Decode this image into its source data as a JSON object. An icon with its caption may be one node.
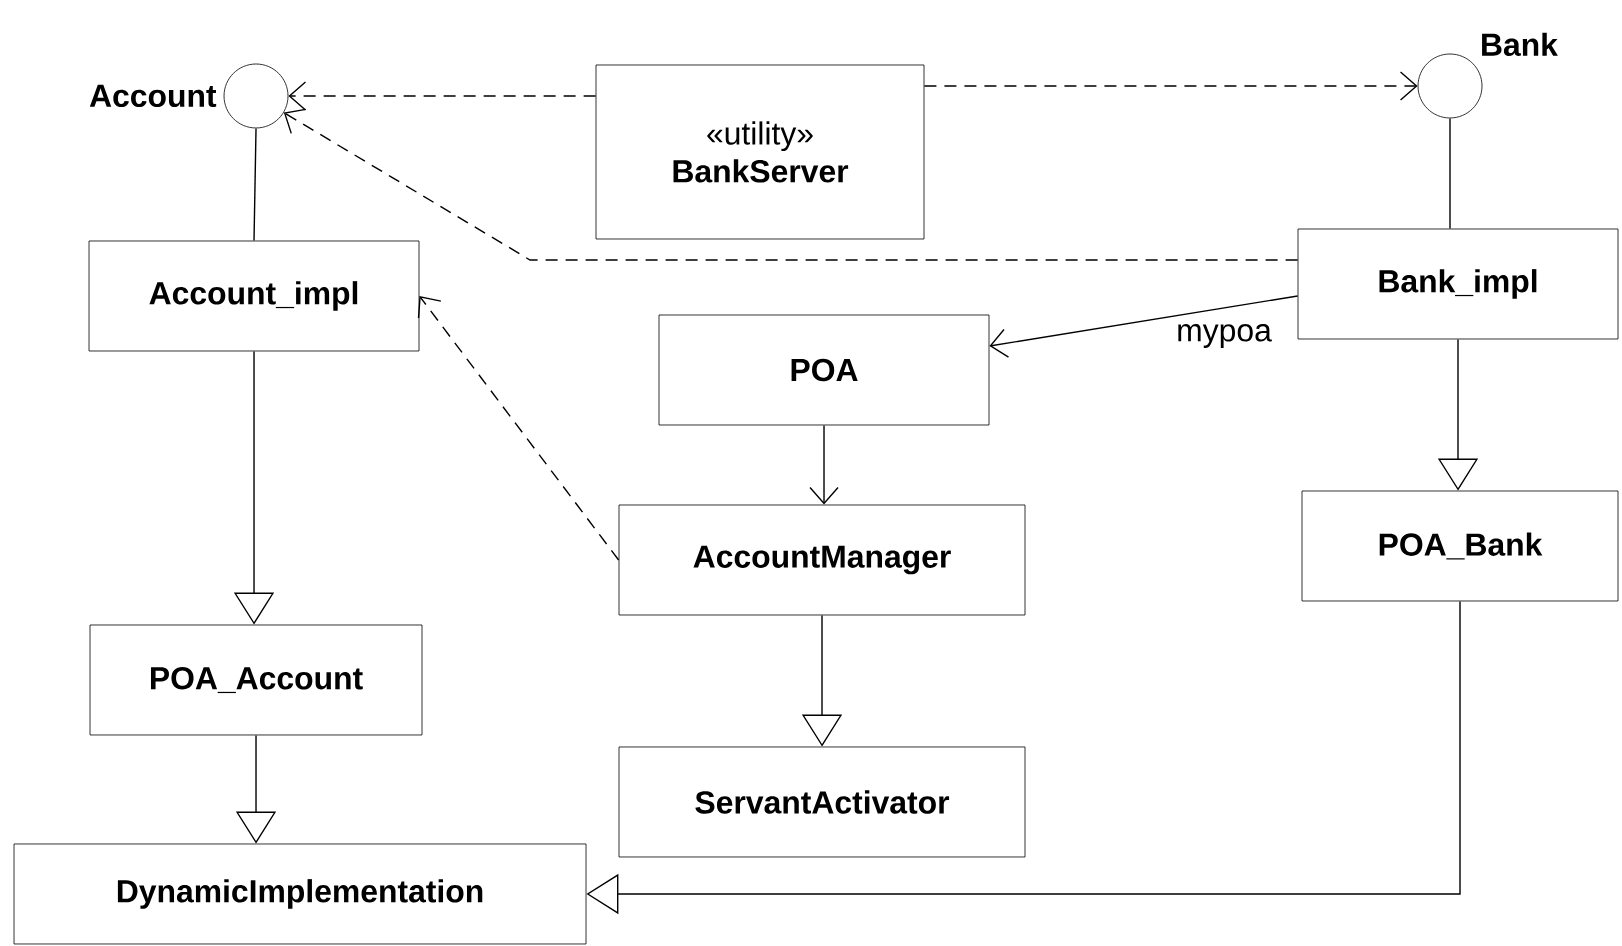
{
  "diagram": {
    "nodes": [
      {
        "text": [
          "Account"
        ]
      },
      {
        "text": [
          "Bank"
        ]
      },
      {
        "text": [
          "«utility»",
          "BankServer"
        ]
      },
      {
        "text": [
          "Account_impl"
        ]
      },
      {
        "text": [
          "Bank_impl"
        ]
      },
      {
        "text": [
          "POA"
        ]
      },
      {
        "text": [
          "AccountManager"
        ]
      },
      {
        "text": [
          "POA_Account"
        ]
      },
      {
        "text": [
          "ServantActivator"
        ]
      },
      {
        "text": [
          "POA_Bank"
        ]
      },
      {
        "text": [
          "DynamicImplementation"
        ]
      }
    ],
    "edges": [
      {
        "from": 2,
        "to": 0,
        "arrow": "to",
        "style": "dashed"
      },
      {
        "from": 2,
        "to": 1,
        "arrow": "to",
        "style": "dashed"
      },
      {
        "from": 4,
        "to": 0,
        "arrow": "to",
        "style": "dashed"
      },
      {
        "from": 6,
        "to": 3,
        "arrow": "to",
        "style": "dashed"
      },
      {
        "from": 3,
        "to": 0,
        "arrow": "none"
      },
      {
        "from": 4,
        "to": 1,
        "arrow": "none"
      },
      {
        "from": 4,
        "to": 5,
        "arrow": "to",
        "label": "mypoa"
      },
      {
        "from": 5,
        "to": 6,
        "arrow": "to"
      },
      {
        "from": 3,
        "to": 7,
        "arrow": "to"
      },
      {
        "from": 7,
        "to": 10,
        "arrow": "to"
      },
      {
        "from": 6,
        "to": 8,
        "arrow": "to"
      },
      {
        "from": 4,
        "to": 9,
        "arrow": "to"
      },
      {
        "from": 9,
        "to": 10,
        "arrow": "to"
      }
    ]
  }
}
